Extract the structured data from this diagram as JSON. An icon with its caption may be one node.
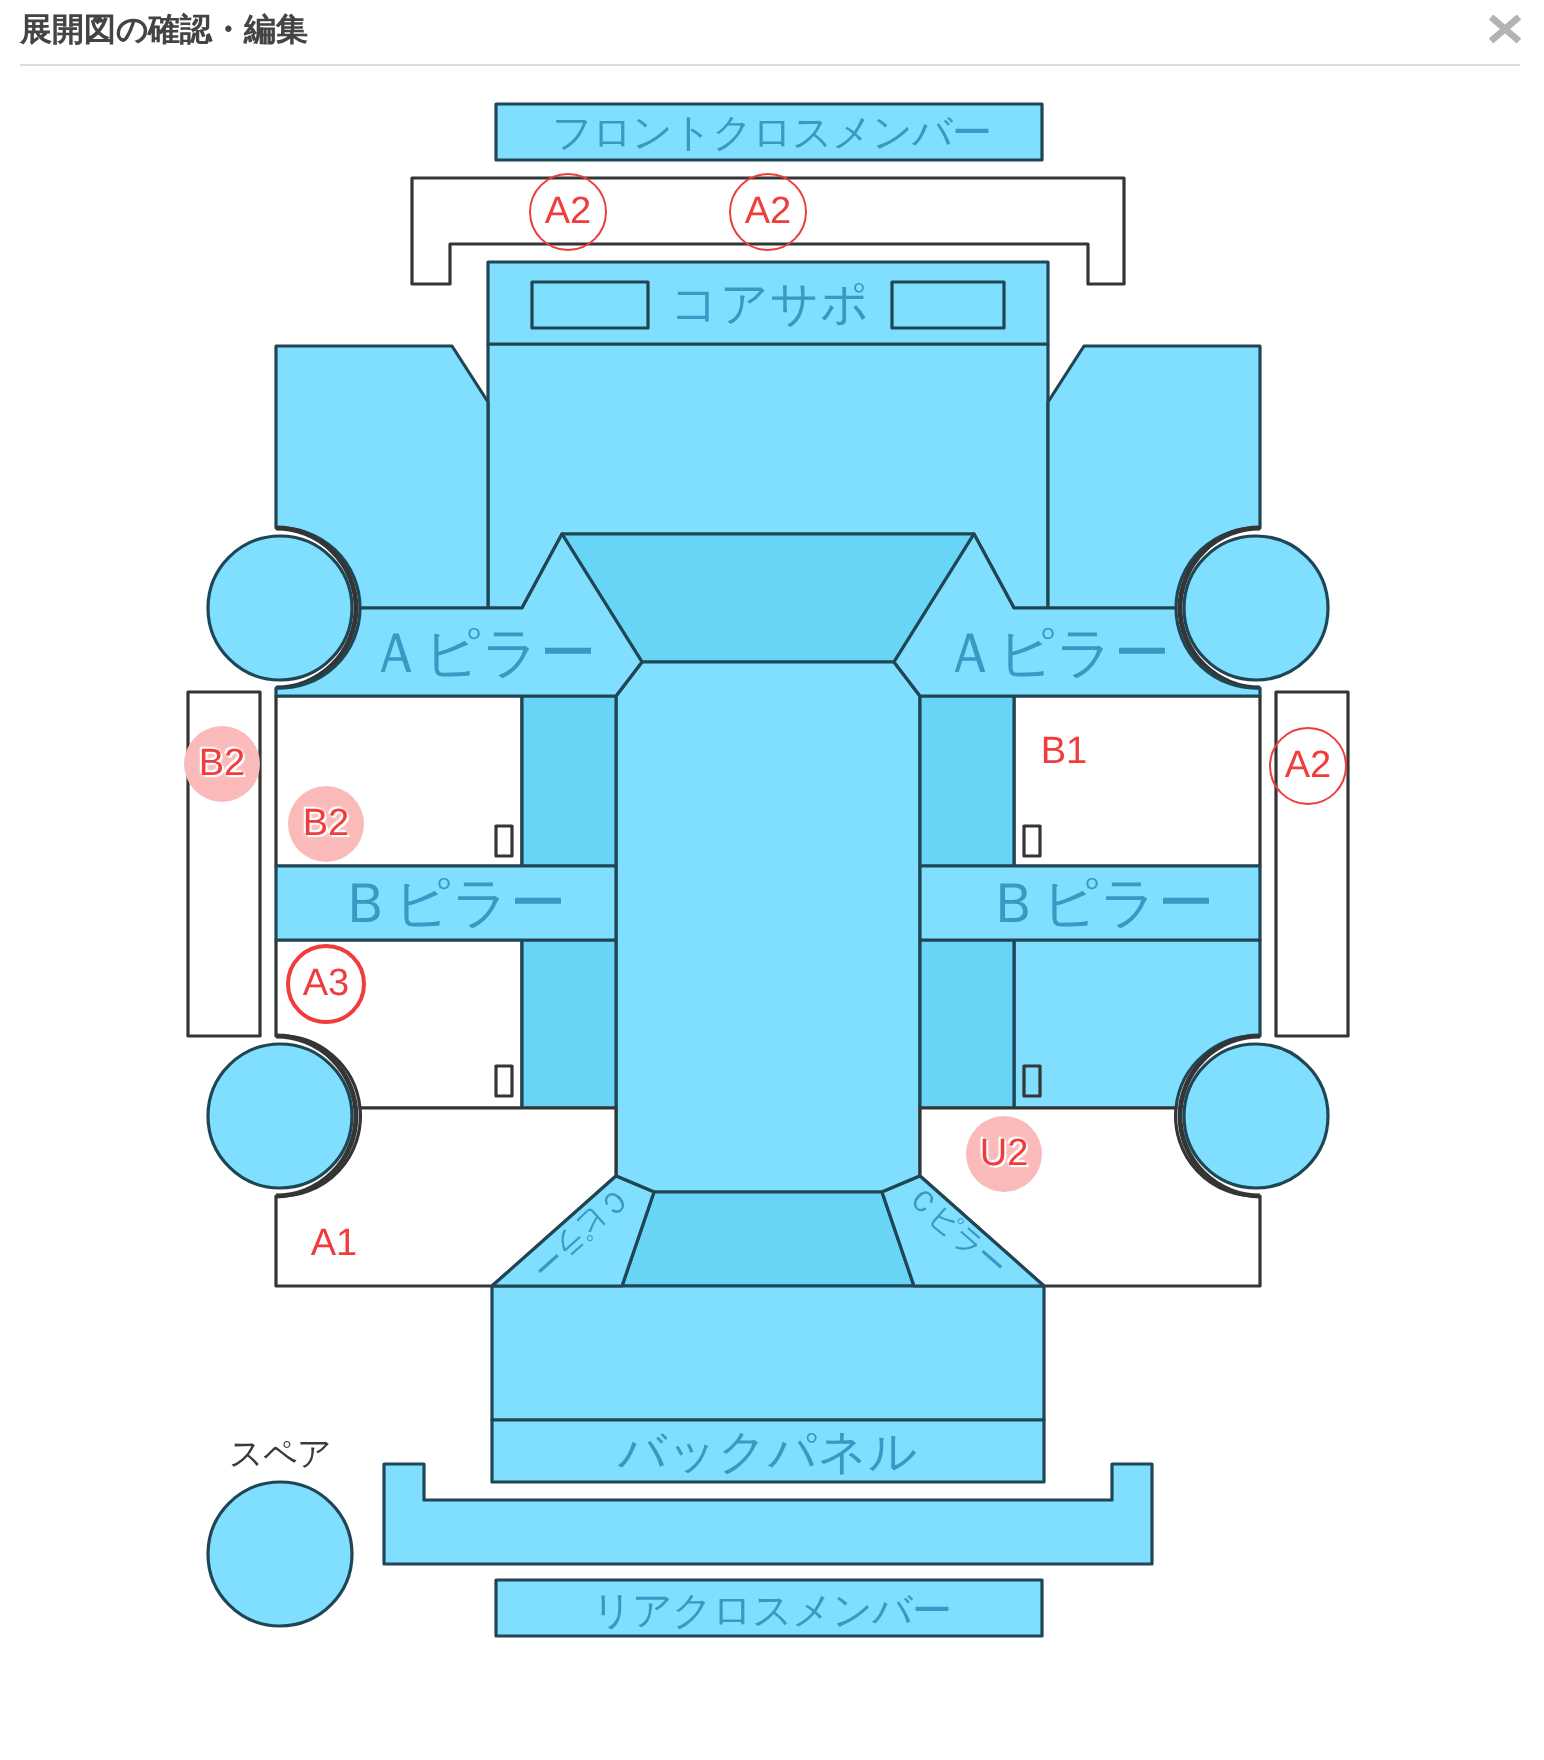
{
  "diagram": {
    "title": "展開図の確認・編集",
    "nodes": [
      {
        "text": [
          "フロントクロスメンバー"
        ]
      },
      {
        "text": [
          "A2"
        ]
      },
      {
        "text": [
          "A2"
        ]
      },
      {
        "text": [
          "コアサポ"
        ]
      },
      {
        "text": [],
        "shape": "circle"
      },
      {
        "text": [],
        "shape": "circle"
      },
      {
        "text": [
          "Ａピラー"
        ]
      },
      {
        "text": [
          "Ａピラー"
        ]
      },
      {
        "text": [
          "B2"
        ]
      },
      {
        "text": [
          "B2"
        ]
      },
      {
        "text": [
          "A2"
        ]
      },
      {
        "text": [
          "Ｂピラー"
        ]
      },
      {
        "text": [
          "Ｂピラー"
        ]
      },
      {
        "text": [
          "A3"
        ]
      },
      {
        "text": [],
        "shape": "circle"
      },
      {
        "text": [],
        "shape": "circle"
      },
      {
        "text": [
          "U2"
        ]
      },
      {
        "text": [
          "Ｃピラー"
        ]
      },
      {
        "text": [
          "Ｃピラー"
        ]
      },
      {
        "text": [
          "バックパネル"
        ]
      },
      {
        "text": [
          "スペア"
        ]
      },
      {
        "text": [
          "リアクロスメンバー"
        ]
      }
    ],
    "labels": [
      "B1",
      "A1"
    ]
  }
}
